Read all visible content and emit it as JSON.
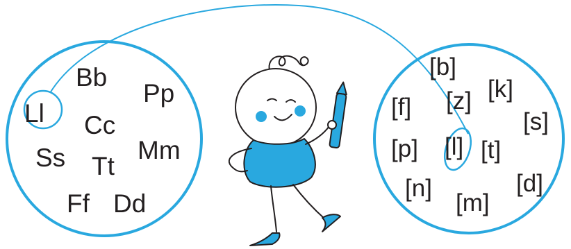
{
  "colors": {
    "accent": "#29a8df",
    "outline": "#231f20",
    "text": "#231f20",
    "background": "#ffffff"
  },
  "letters": {
    "items": [
      "Ll",
      "Bb",
      "Pp",
      "Cc",
      "Ss",
      "Tt",
      "Mm",
      "Ff",
      "Dd"
    ],
    "highlighted": "Ll"
  },
  "sounds": {
    "items": [
      "[b]",
      "[k]",
      "[f]",
      "[z]",
      "[s]",
      "[p]",
      "[l]",
      "[t]",
      "[n]",
      "[d]",
      "[m]"
    ],
    "highlighted": "[l]"
  },
  "character": {
    "holds": "pencil-icon"
  }
}
